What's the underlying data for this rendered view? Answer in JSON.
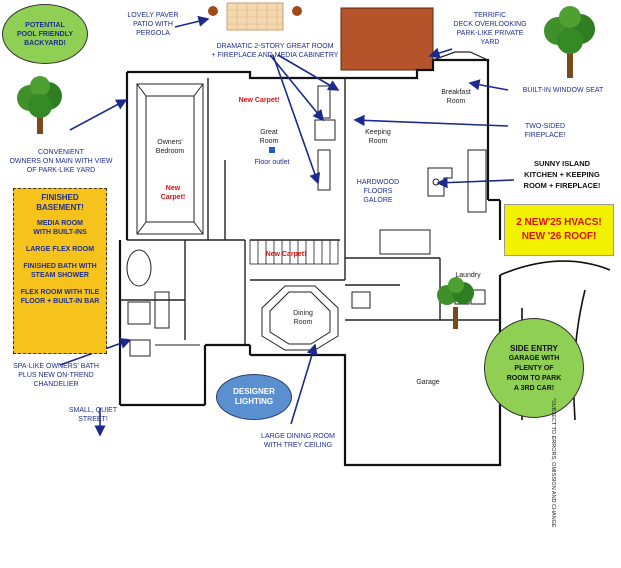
{
  "callouts": {
    "pool": [
      "POTENTIAL",
      "POOL FRIENDLY",
      "BACKYARD!"
    ],
    "paver": [
      "LOVELY PAVER",
      "PATIO WITH",
      "PERGOLA"
    ],
    "great_room": [
      "DRAMATIC 2-STORY GREAT ROOM",
      "+ FIREPLACE AND MEDIA CABINETRY"
    ],
    "deck": [
      "TERRIFIC",
      "DECK OVERLOOKING",
      "PARK-LIKE PRIVATE",
      "YARD"
    ],
    "window_seat": "BUILT-IN WINDOW SEAT",
    "owners": [
      "CONVENIENT",
      "OWNERS ON MAIN WITH VIEW",
      "OF PARK-LIKE YARD"
    ],
    "two_sided": [
      "TWO-SIDED",
      "FIREPLACE!"
    ],
    "kitchen": [
      "SUNNY ISLAND",
      "KITCHEN + KEEPING",
      "ROOM + FIREPLACE!"
    ],
    "hardwood": [
      "HARDWOOD",
      "FLOORS",
      "GALORE"
    ],
    "floor_outlet": "Floor outlet",
    "spa": [
      "SPA-LIKE OWNERS' BATH",
      "PLUS  NEW ON-TREND",
      "CHANDELIER"
    ],
    "street": [
      "SMALL, QUIET",
      "STREET!"
    ],
    "designer": [
      "DESIGNER",
      "LIGHTING"
    ],
    "dining_ceiling": [
      "LARGE DINING ROOM",
      "WITH TREY CEILING"
    ],
    "garage_entry": [
      "SIDE ENTRY",
      "GARAGE WITH",
      "PLENTY OF",
      "ROOM TO PARK",
      "A 3RD CAR!"
    ],
    "subject": "*SUBJECT TO ERRORS, OMISSION AND CHANGE"
  },
  "basement": {
    "title": [
      "FINISHED",
      "BASEMENT!"
    ],
    "items": [
      [
        "MEDIA ROOM",
        "WITH BUILT-INS"
      ],
      [
        "LARGE FLEX ROOM"
      ],
      [
        "FINISHED BATH WITH",
        "STEAM SHOWER"
      ],
      [
        "FLEX ROOM WITH TILE",
        "FLOOR + BUILT-IN BAR"
      ]
    ]
  },
  "hvac": [
    "2 NEW'25 HVACS!",
    "NEW '26 ROOF!"
  ],
  "rooms": {
    "breakfast": [
      "Breakfast",
      "Room"
    ],
    "great": [
      "Great",
      "Room"
    ],
    "keeping": [
      "Keeping",
      "Room"
    ],
    "owners": [
      "Owners'",
      "Bedroom"
    ],
    "laundry": "Laundry",
    "dining": [
      "Dining",
      "Room"
    ],
    "garage": "Garage"
  },
  "carpet": {
    "top": "New Carpet!",
    "bedroom": [
      "New",
      "Carpet!"
    ],
    "stair": "New Carpet!"
  },
  "colors": {
    "callout_text": "#1f2f8f",
    "pool_fill": "#8fcf54",
    "basement_fill": "#f5c31c",
    "hvac_fill": "#f2f200",
    "designer_fill": "#5a8fd0",
    "deck_fill": "#b5532a",
    "carpet_red": "#d11111",
    "arrow": "#1b2a8c"
  }
}
